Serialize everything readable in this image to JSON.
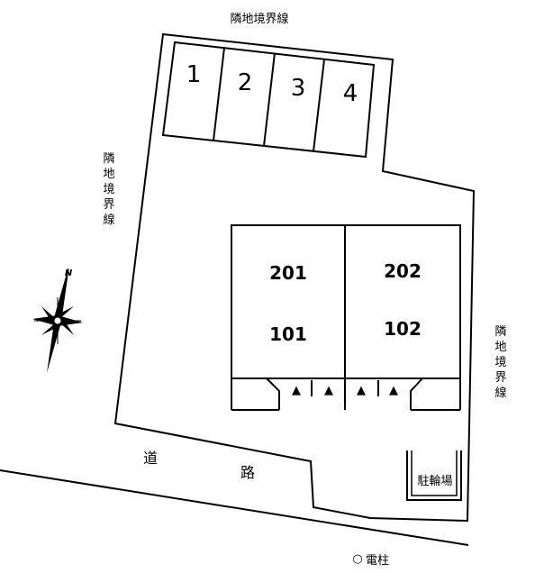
{
  "boundary_labels": {
    "top": "隣地境界線",
    "left": "隣地境界線",
    "right": "隣地境界線"
  },
  "parking": {
    "spaces": [
      "1",
      "2",
      "3",
      "4"
    ]
  },
  "building": {
    "units": [
      {
        "upper": "201",
        "lower": "101"
      },
      {
        "upper": "202",
        "lower": "102"
      }
    ],
    "entrances": [
      "▲",
      "▲",
      "▲",
      "▲"
    ]
  },
  "bicycle_parking": "駐輪場",
  "road": [
    "道",
    "路"
  ],
  "compass": {
    "north": "N"
  },
  "utility_pole": {
    "symbol": "○",
    "label": "電柱"
  }
}
